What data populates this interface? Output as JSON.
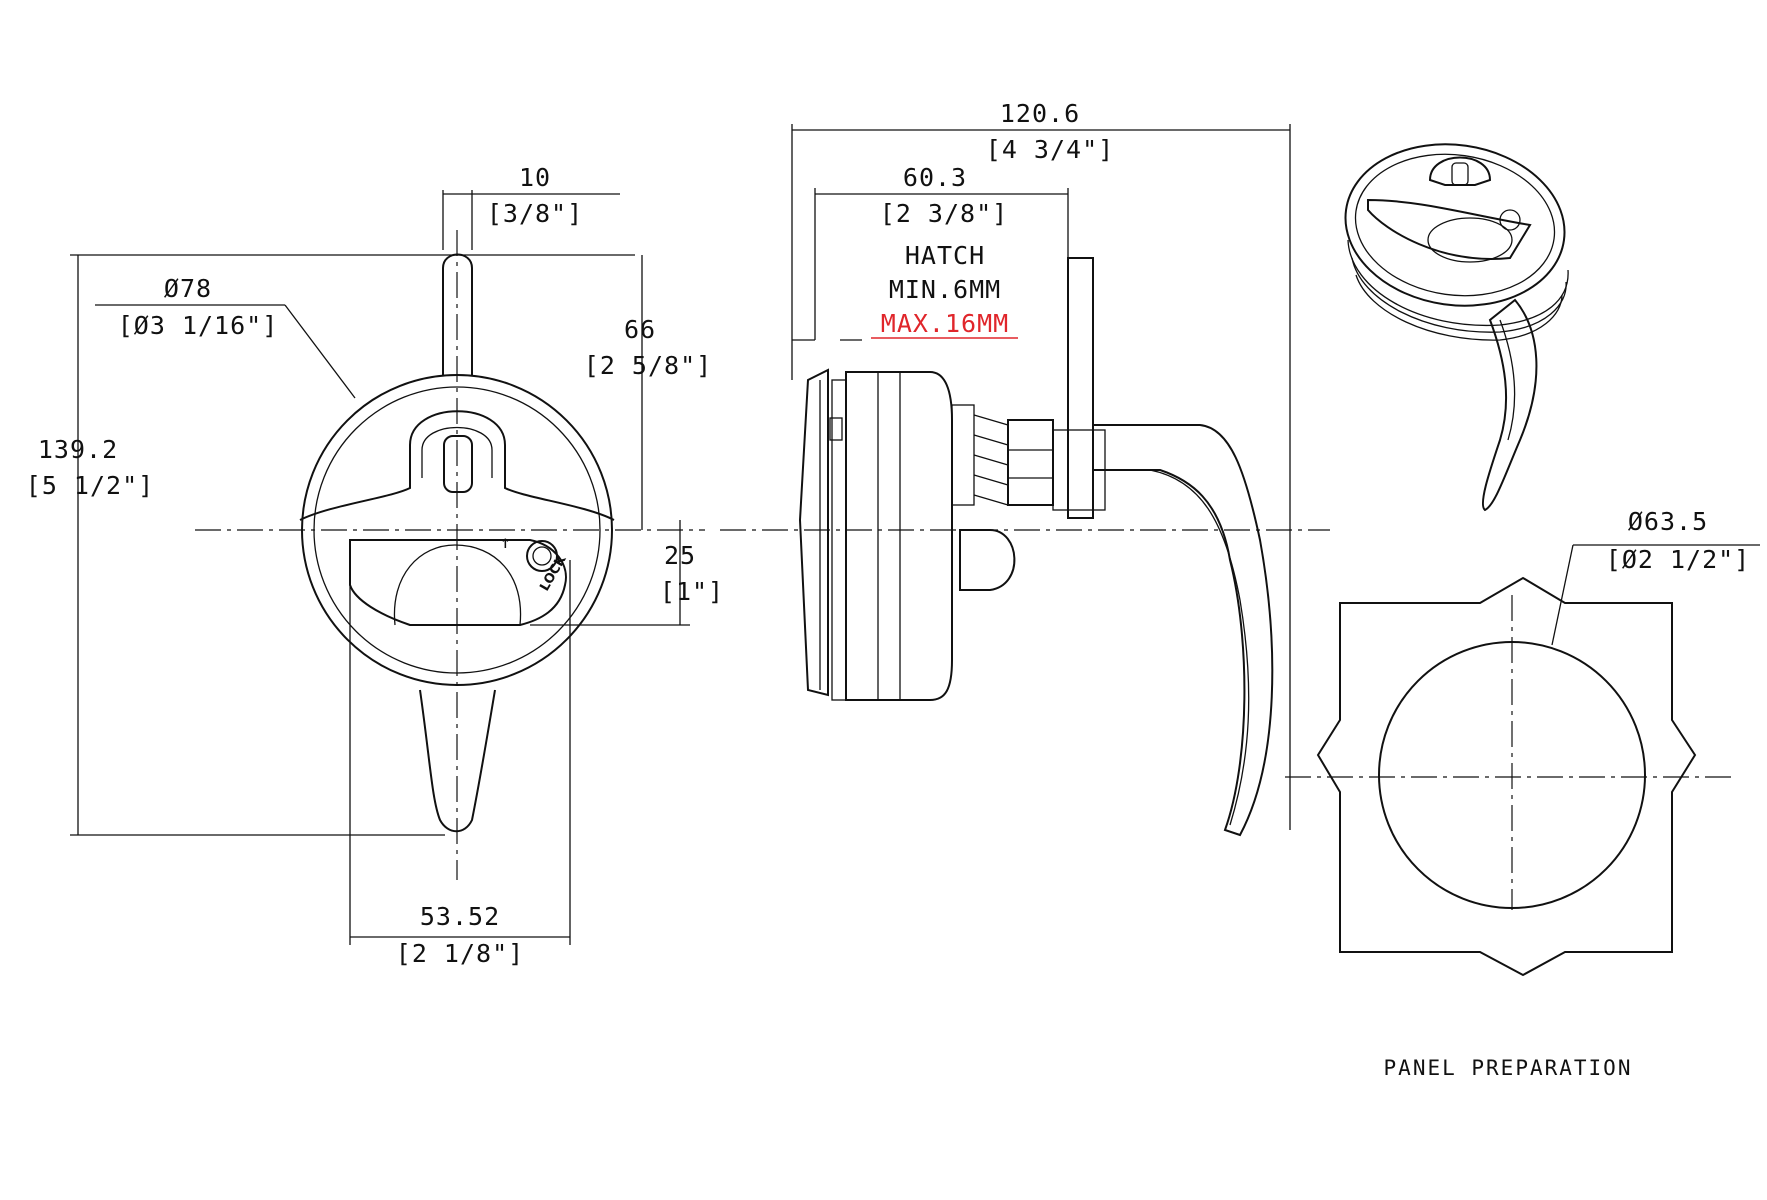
{
  "dimensions": {
    "width_10": {
      "mm": "10",
      "inch": "[3/8\"]"
    },
    "diameter_78": {
      "mm": "Ø78",
      "inch": "[Ø3 1/16\"]"
    },
    "height_66": {
      "mm": "66",
      "inch": "[2 5/8\"]"
    },
    "height_139": {
      "mm": "139.2",
      "inch": "[5 1/2\"]"
    },
    "offset_25": {
      "mm": "25",
      "inch": "[1\"]"
    },
    "width_53": {
      "mm": "53.52",
      "inch": "[2 1/8\"]"
    },
    "length_120": {
      "mm": "120.6",
      "inch": "[4 3/4\"]"
    },
    "length_60": {
      "mm": "60.3",
      "inch": "[2 3/8\"]"
    },
    "cutout_63": {
      "mm": "Ø63.5",
      "inch": "[Ø2 1/2\"]"
    }
  },
  "hatch": {
    "title": "HATCH",
    "min": "MIN.6MM",
    "max": "MAX.16MM"
  },
  "colors": {
    "line": "#111111",
    "max_note": "#e0262b"
  },
  "panel_caption": "PANEL PREPARATION",
  "face_marks": {
    "arrow": "↑",
    "lock": "LOCK"
  }
}
